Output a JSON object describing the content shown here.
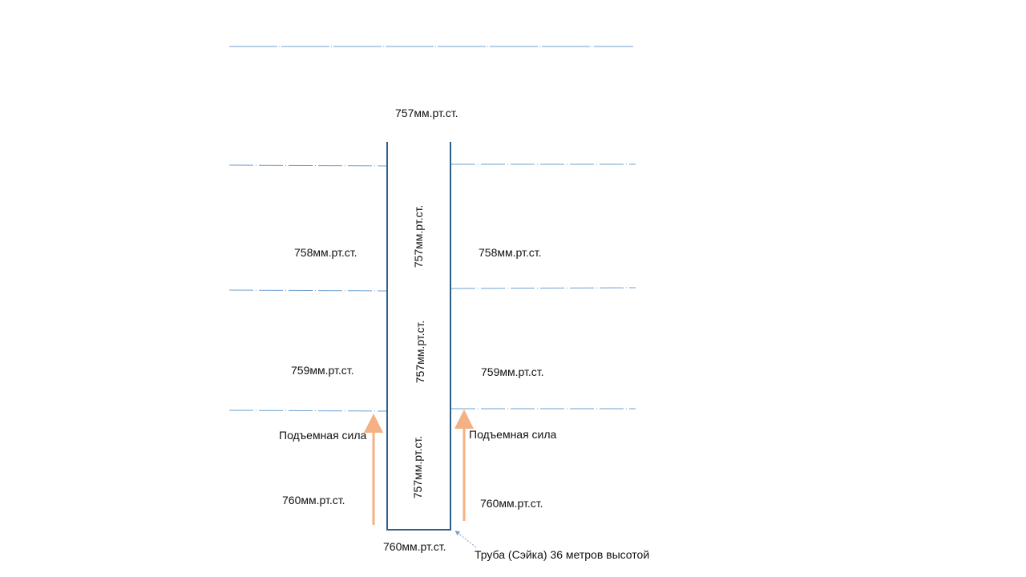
{
  "diagram": {
    "top_pressure": "757мм.рт.ст.",
    "left_levels": [
      "758мм.рт.ст.",
      "759мм.рт.ст.",
      "760мм.рт.ст."
    ],
    "right_levels": [
      "758мм.рт.ст.",
      "759мм.рт.ст.",
      "760мм.рт.ст."
    ],
    "tube_inside": [
      "757мм.рт.ст.",
      "757мм.рт.ст.",
      "757мм.рт.ст."
    ],
    "bottom_pressure": "760мм.рт.ст.",
    "lift_left": "Подъемная сила",
    "lift_right": "Подъемная сила",
    "tube_caption": "Труба (Сэйка) 36 метров  высотой",
    "colors": {
      "tube": "#2e5f8a",
      "level_line": "#6fa0d0",
      "arrow": "#f4b183",
      "text": "#111111"
    }
  }
}
